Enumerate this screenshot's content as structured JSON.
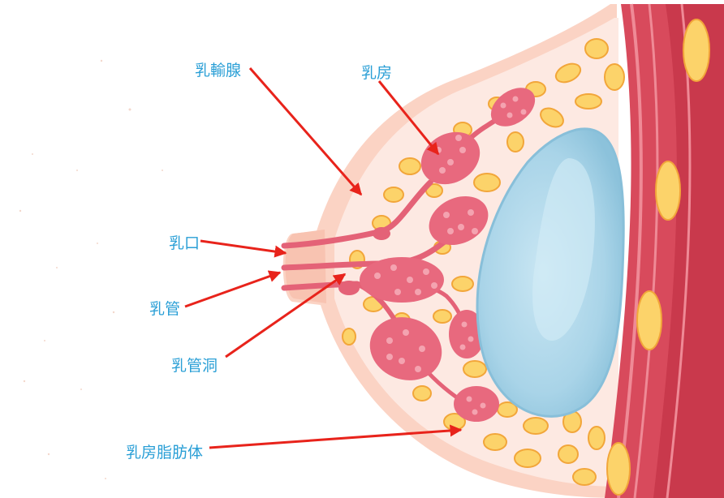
{
  "labels": {
    "areola_gland": "乳輸腺",
    "breast": "乳房",
    "nipple_opening": "乳口",
    "duct": "乳管",
    "duct_sinus": "乳管洞",
    "fat_tissue": "乳房脂肪体"
  },
  "colors": {
    "label_text": "#2a9fd6",
    "arrow": "#e8231b",
    "skin_outer": "#fbd3c4",
    "skin_inner": "#fde9e2",
    "fat_fill": "#fcd36a",
    "fat_stroke": "#f2a63a",
    "lobule": "#e8697e",
    "lobule_dot": "#f4a3b0",
    "duct": "#e46277",
    "implant": "#a9d4e8",
    "implant_edge": "#88bfd9",
    "muscle": "#d84a5c",
    "muscle_light": "#ef8a96"
  }
}
